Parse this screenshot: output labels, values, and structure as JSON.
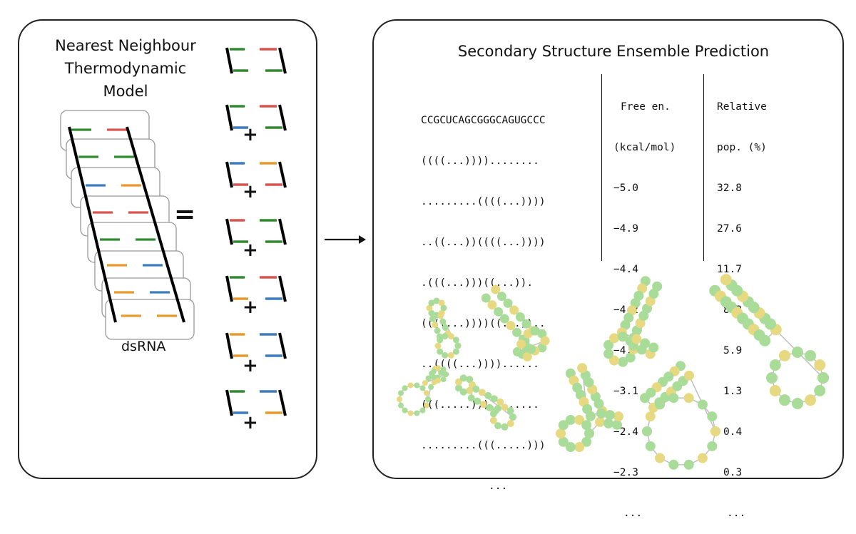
{
  "left": {
    "title_lines": [
      "Nearest Neighbour",
      "Thermodynamic",
      "Model"
    ],
    "dsrna_label": "dsRNA",
    "equals": "=",
    "plus": "+"
  },
  "right": {
    "title": "Secondary Structure Ensemble Prediction",
    "sequence": "CCGCUCAGCGGGCAGUGCCC",
    "structures": [
      "((((...))))........",
      ".........((((...))))",
      "..((...))((((...))))",
      ".(((...)))((...)).",
      "((((...))))((...))..",
      "..((((...))))......",
      "(((.....)))........",
      ".........(((.....)))",
      "..."
    ],
    "free_energy_header": [
      "Free en.",
      "(kcal/mol)"
    ],
    "free_energies": [
      "−5.0",
      "−4.9",
      "−4.4",
      "−4.2",
      "−4.0",
      "−3.1",
      "−2.4",
      "−2.3",
      "..."
    ],
    "population_header": [
      "Relative",
      "pop. (%)"
    ],
    "populations": [
      "32.8",
      "27.6",
      "11.7",
      "8.3",
      "5.9",
      "1.3",
      "0.4",
      "0.3",
      "..."
    ]
  },
  "colors": {
    "green": "#2e8b2e",
    "red": "#d9534f",
    "blue": "#3b7bbf",
    "orange": "#e89a2a",
    "node_green": "#a8dc98",
    "node_red": "#f2a0a0",
    "node_blue": "#a7b8e8",
    "node_yellow": "#e6d982"
  }
}
